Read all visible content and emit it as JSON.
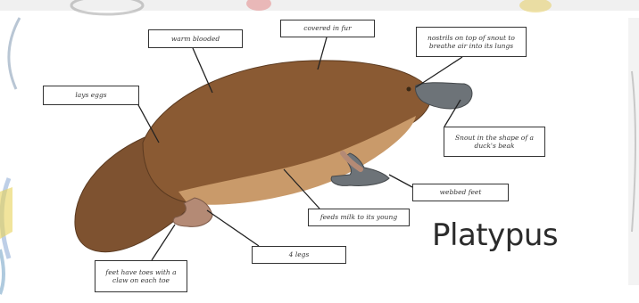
{
  "title": "Platypus",
  "labels": {
    "warm_blooded": "warm blooded",
    "covered_in_fur": "covered in fur",
    "nostrils": "nostrils on top of snout to breathe air into its lungs",
    "lays_eggs": "lays eggs",
    "snout": "Snout in the shape of a duck's beak",
    "webbed_feet": "webbed feet",
    "feeds_milk": "feeds milk to its young",
    "four_legs": "4 legs",
    "feet_toes": "feet have toes with a claw on each toe"
  },
  "colors": {
    "body": "#8a5a33",
    "belly": "#c99a6a",
    "bill": "#6d7378",
    "feet": "#b48a75"
  }
}
